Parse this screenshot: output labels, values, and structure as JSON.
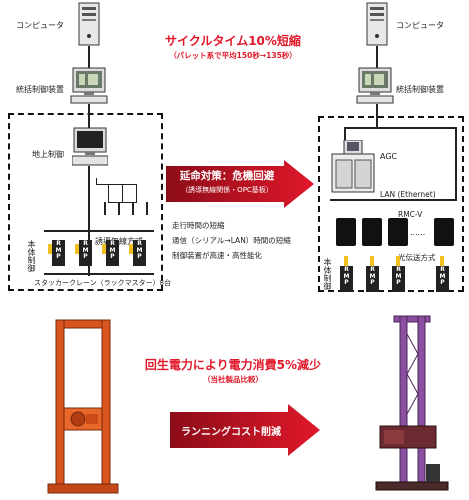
{
  "left": {
    "computer_label": "コンピュータ",
    "control_unit_label": "統括制御装置",
    "ground_control_label": "地上制御",
    "wireless_label": "誘導無線方式",
    "body_control_label": "本体制御",
    "rmp_label": [
      "R",
      "M",
      "P"
    ],
    "crane_label": "スタッカークレーン（ラックマスター）8台"
  },
  "right": {
    "computer_label": "コンピュータ",
    "control_unit_label": "統括制御装置",
    "agc_label": "AGC",
    "lan_label": "LAN (Ethernet)",
    "rmcv_label": "RMC-V",
    "optical_label": "光伝送方式",
    "body_control_label": "本体制御",
    "rmp_label": [
      "R",
      "M",
      "P"
    ],
    "dots": "......"
  },
  "center": {
    "cycle_title": "サイクルタイム10%短縮",
    "cycle_sub": "（パレット系で平均150秒→135秒）",
    "arrow1_title": "延命対策：危機回避",
    "arrow1_sub": "（誘導無線関係・OPC基板）",
    "notes": [
      "走行時間の短縮",
      "通信（シリアル→LAN）時間の短縮",
      "制御装置が高速・高性能化"
    ],
    "power_title": "回生電力により電力消費5%減少",
    "power_sub": "（当社製品比較）",
    "arrow2_title": "ランニングコスト削減"
  },
  "colors": {
    "accent_red": "#e0182a",
    "arrow_dark_red": "#b01020",
    "crane_left": "#d9541e",
    "crane_right": "#8a4fa0"
  }
}
